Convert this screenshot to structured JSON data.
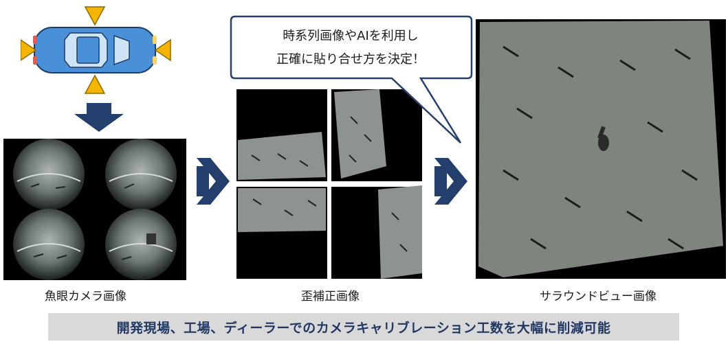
{
  "callout": {
    "line1": "時系列画像やAIを利用し",
    "line2": "正確に貼り合せ方を決定！"
  },
  "captions": {
    "fisheye": "魚眼カメラ画像",
    "distortion_corrected": "歪補正画像",
    "surround_view": "サラウンドビュー画像"
  },
  "banner": {
    "text": "開発現場、工場、ディーラーでのカメラキャリブレーション工数を大幅に削減可能"
  },
  "colors": {
    "arrow": "#243f6e",
    "banner_text": "#1f3864",
    "banner_bg": "#d9d9d9",
    "car_body": "#4a90d9",
    "camera_marker": "#f4b400"
  },
  "icons": {
    "car": "car-top-view-icon",
    "down_arrow": "arrow-down-icon",
    "right_arrow": "arrow-right-icon"
  }
}
